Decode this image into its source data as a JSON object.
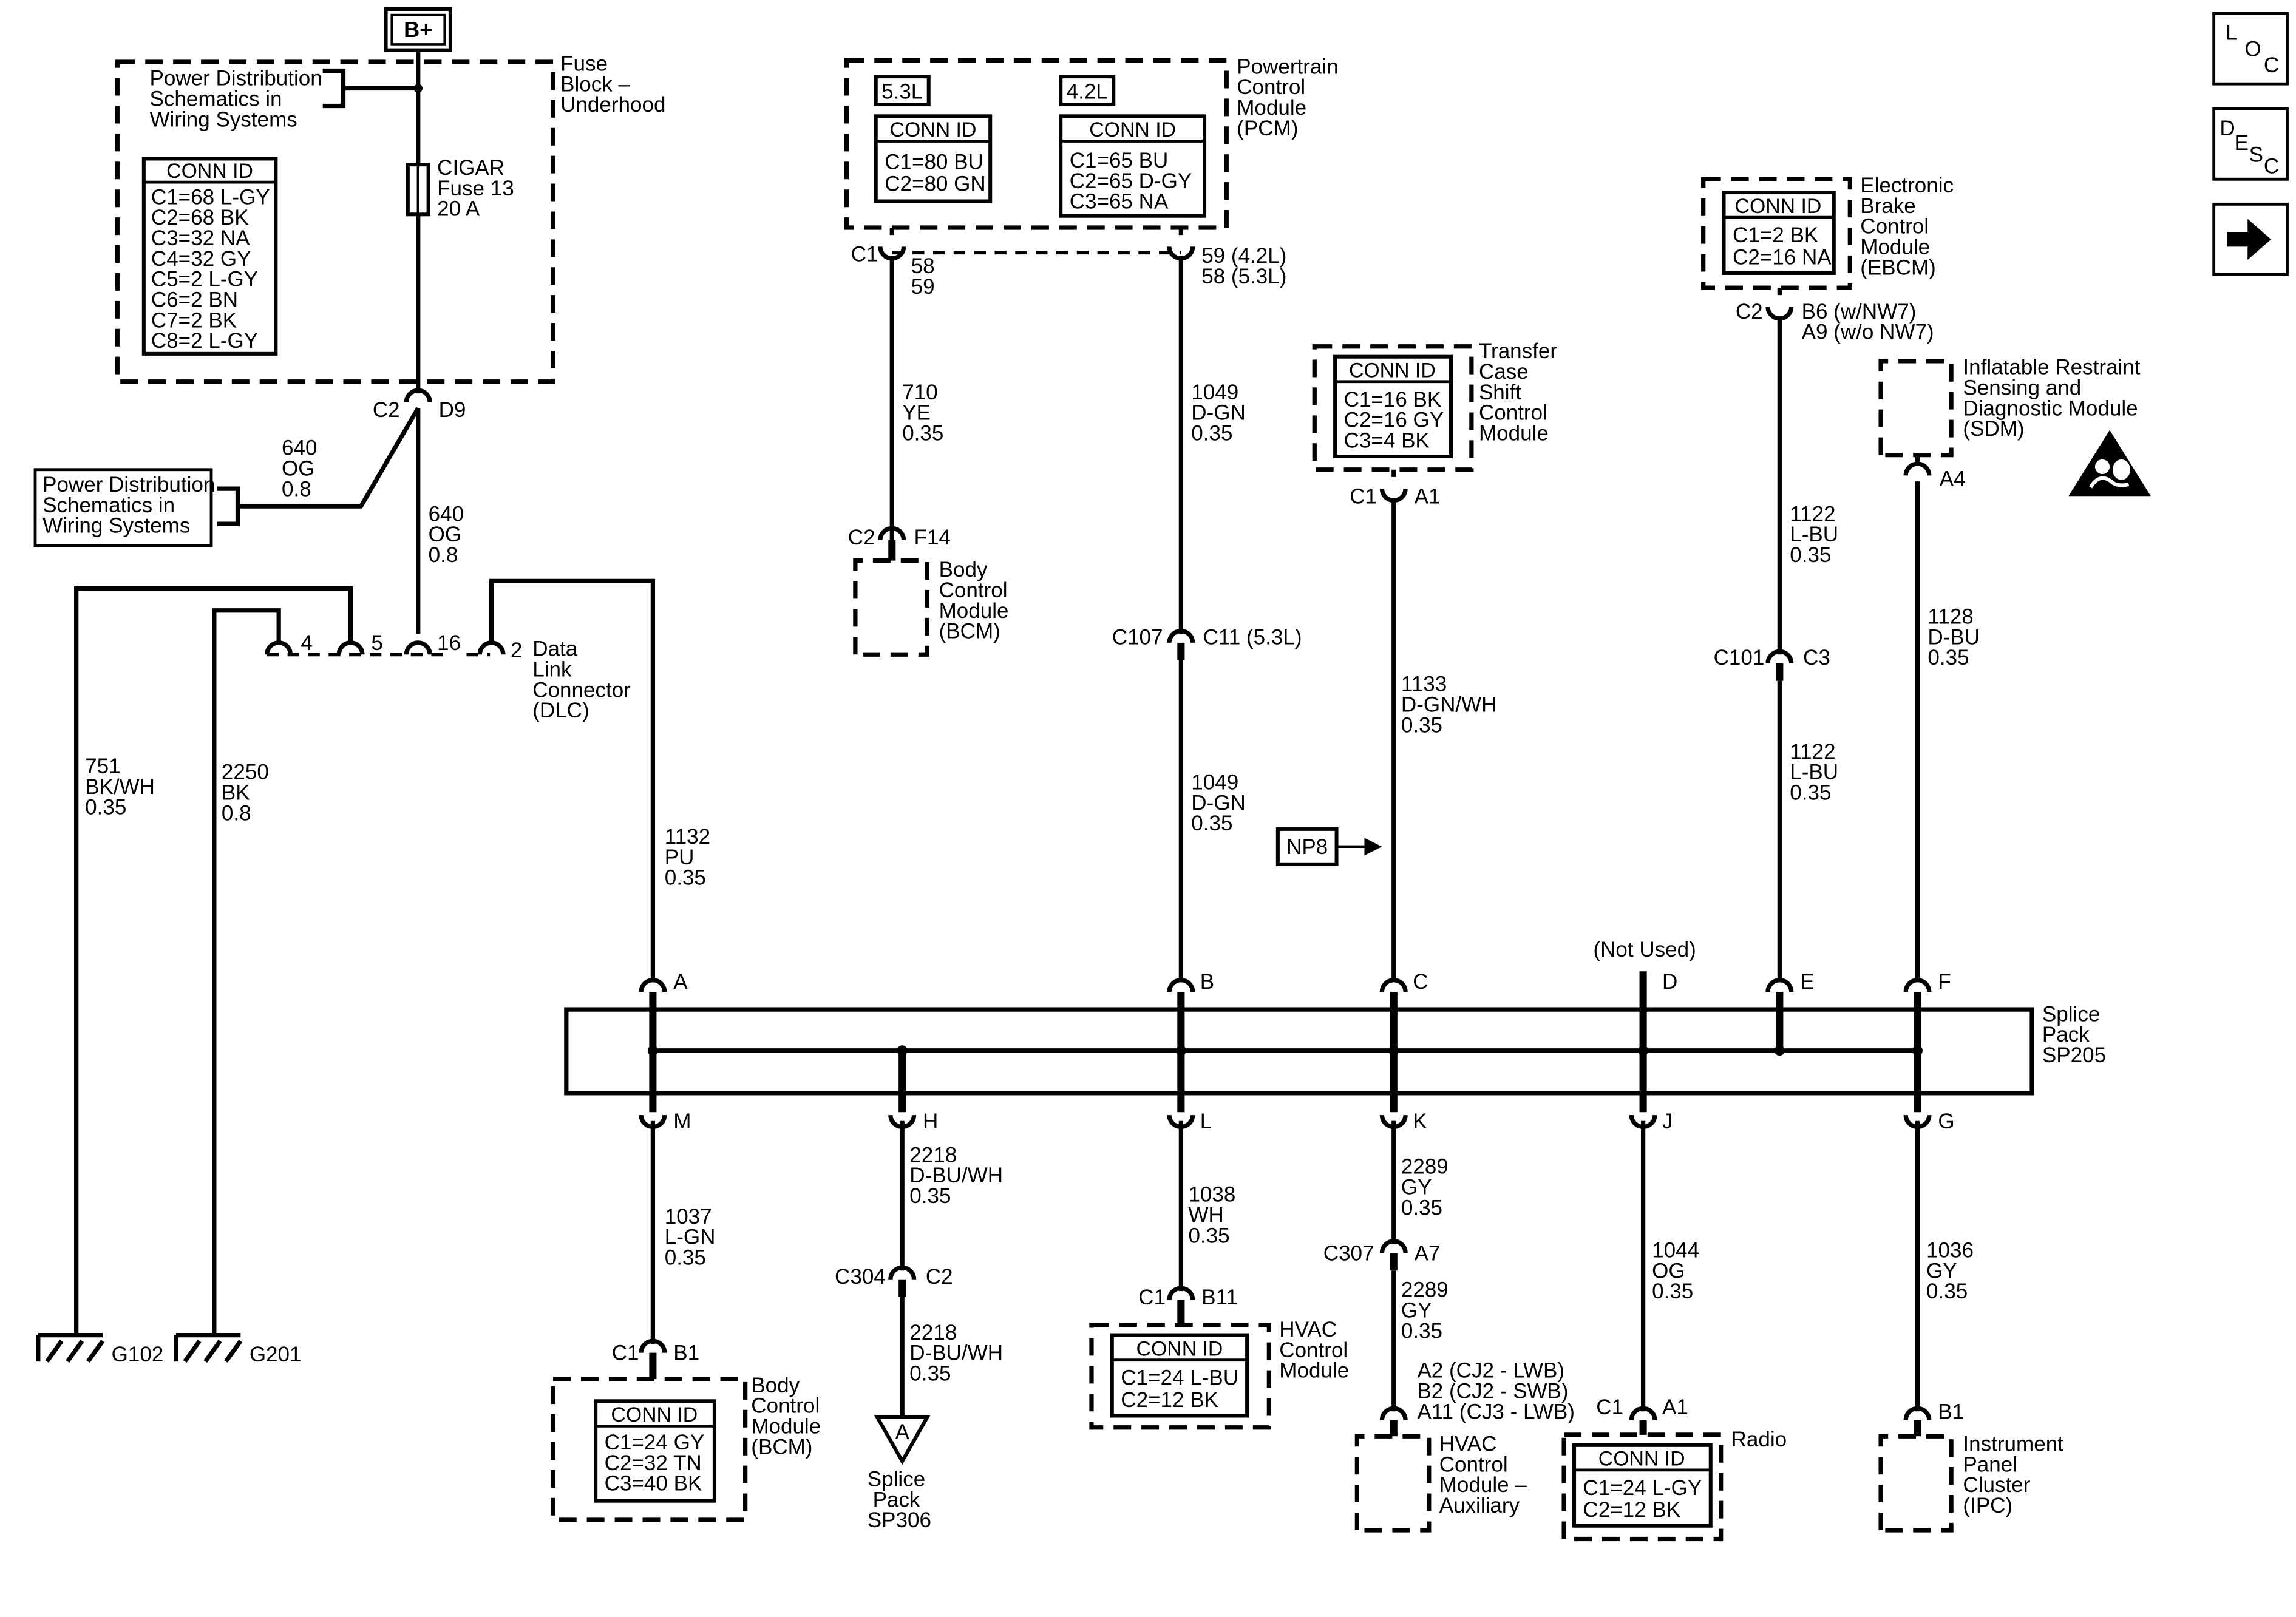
{
  "nav": {
    "loc": [
      "L",
      "O",
      "C"
    ],
    "desc": [
      "D",
      "E",
      "S",
      "C"
    ],
    "next_icon": "arrow-right-icon"
  },
  "power": {
    "bplus": "B+",
    "pd_ref_top": [
      "Power Distribution",
      "Schematics in",
      "Wiring Systems"
    ],
    "fuse_block": [
      "Fuse",
      "Block –",
      "Underhood"
    ],
    "fuse": [
      "CIGAR",
      "Fuse 13",
      "20 A"
    ],
    "conn_title": "CONN ID",
    "conn": [
      "C1=68 L-GY",
      "C2=68 BK",
      "C3=32 NA",
      "C4=32 GY",
      "C5=2 L-GY",
      "C6=2 BN",
      "C7=2 BK",
      "C8=2 L-GY"
    ],
    "c2": "C2",
    "d9": "D9",
    "pd_ref_left": [
      "Power Distribution",
      "Schematics in",
      "Wiring Systems"
    ],
    "wire_640a": [
      "640",
      "OG",
      "0.8"
    ],
    "wire_640b": [
      "640",
      "OG",
      "0.8"
    ]
  },
  "dlc": {
    "pins": [
      "4",
      "5",
      "16",
      "2"
    ],
    "label": [
      "Data",
      "Link",
      "Connector",
      "(DLC)"
    ],
    "wire_751": [
      "751",
      "BK/WH",
      "0.35"
    ],
    "wire_2250": [
      "2250",
      "BK",
      "0.8"
    ],
    "wire_1132": [
      "1132",
      "PU",
      "0.35"
    ],
    "g102": "G102",
    "g201": "G201"
  },
  "pcm": {
    "label": [
      "Powertrain",
      "Control",
      "Module",
      "(PCM)"
    ],
    "v53": "5.3L",
    "v42": "4.2L",
    "conn_title": "CONN ID",
    "conn53": [
      "C1=80 BU",
      "C2=80 GN"
    ],
    "conn42": [
      "C1=65 BU",
      "C2=65 D-GY",
      "C3=65 NA"
    ],
    "c1": "C1",
    "pins_left": [
      "58",
      "59"
    ],
    "pins_right": [
      "59 (4.2L)",
      "58 (5.3L)"
    ],
    "wire_710": [
      "710",
      "YE",
      "0.35"
    ],
    "wire_1049a": [
      "1049",
      "D-GN",
      "0.35"
    ],
    "c107": "C107",
    "c11": "C11 (5.3L)",
    "wire_1049b": [
      "1049",
      "D-GN",
      "0.35"
    ]
  },
  "bcm_top": {
    "c2": "C2",
    "f14": "F14",
    "label": [
      "Body",
      "Control",
      "Module",
      "(BCM)"
    ]
  },
  "tcm": {
    "conn_title": "CONN ID",
    "conn": [
      "C1=16 BK",
      "C2=16 GY",
      "C3=4 BK"
    ],
    "label": [
      "Transfer",
      "Case",
      "Shift",
      "Control",
      "Module"
    ],
    "c1": "C1",
    "a1": "A1",
    "wire_1133": [
      "1133",
      "D-GN/WH",
      "0.35"
    ],
    "np8": "NP8"
  },
  "ebcm": {
    "conn_title": "CONN ID",
    "conn": [
      "C1=2 BK",
      "C2=16 NA"
    ],
    "label": [
      "Electronic",
      "Brake",
      "Control",
      "Module",
      "(EBCM)"
    ],
    "c2": "C2",
    "pins": [
      "B6 (w/NW7)",
      "A9 (w/o NW7)"
    ],
    "wire_1122a": [
      "1122",
      "L-BU",
      "0.35"
    ],
    "c101": "C101",
    "c3": "C3",
    "wire_1122b": [
      "1122",
      "L-BU",
      "0.35"
    ]
  },
  "sdm": {
    "label": [
      "Inflatable Restraint",
      "Sensing and",
      "Diagnostic Module",
      "(SDM)"
    ],
    "a4": "A4",
    "wire_1128": [
      "1128",
      "D-BU",
      "0.35"
    ],
    "warning_icon": "airbag-warning-icon"
  },
  "splice": {
    "label": [
      "Splice",
      "Pack",
      "SP205"
    ],
    "not_used": "(Not Used)",
    "top_pins": [
      "A",
      "B",
      "C",
      "D",
      "E",
      "F"
    ],
    "bottom_pins": [
      "M",
      "H",
      "L",
      "K",
      "J",
      "G"
    ]
  },
  "bottom": {
    "wire_1037": [
      "1037",
      "L-GN",
      "0.35"
    ],
    "c1_bcm": "C1",
    "b1_bcm": "B1",
    "bcm_conn_title": "CONN ID",
    "bcm_conn": [
      "C1=24 GY",
      "C2=32 TN",
      "C3=40 BK"
    ],
    "bcm_label": [
      "Body",
      "Control",
      "Module",
      "(BCM)"
    ],
    "wire_2218a": [
      "2218",
      "D-BU/WH",
      "0.35"
    ],
    "c304": "C304",
    "c2_304": "C2",
    "wire_2218b": [
      "2218",
      "D-BU/WH",
      "0.35"
    ],
    "splice_a": "A",
    "sp306": [
      "Splice",
      "Pack",
      "SP306"
    ],
    "wire_1038": [
      "1038",
      "WH",
      "0.35"
    ],
    "c1_hvac": "C1",
    "b11": "B11",
    "hvac_conn_title": "CONN ID",
    "hvac_conn": [
      "C1=24 L-BU",
      "C2=12 BK"
    ],
    "hvac_label": [
      "HVAC",
      "Control",
      "Module"
    ],
    "wire_2289a": [
      "2289",
      "GY",
      "0.35"
    ],
    "c307": "C307",
    "a7": "A7",
    "wire_2289b": [
      "2289",
      "GY",
      "0.35"
    ],
    "aux_pins": [
      "A2 (CJ2 - LWB)",
      "B2 (CJ2 - SWB)",
      "A11 (CJ3 - LWB)"
    ],
    "aux_label": [
      "HVAC",
      "Control",
      "Module –",
      "Auxiliary"
    ],
    "wire_1044": [
      "1044",
      "OG",
      "0.35"
    ],
    "c1_radio": "C1",
    "a1_radio": "A1",
    "radio_conn_title": "CONN ID",
    "radio_conn": [
      "C1=24 L-GY",
      "C2=12 BK"
    ],
    "radio_label": "Radio",
    "wire_1036": [
      "1036",
      "GY",
      "0.35"
    ],
    "b1_ipc": "B1",
    "ipc_label": [
      "Instrument",
      "Panel",
      "Cluster",
      "(IPC)"
    ]
  }
}
